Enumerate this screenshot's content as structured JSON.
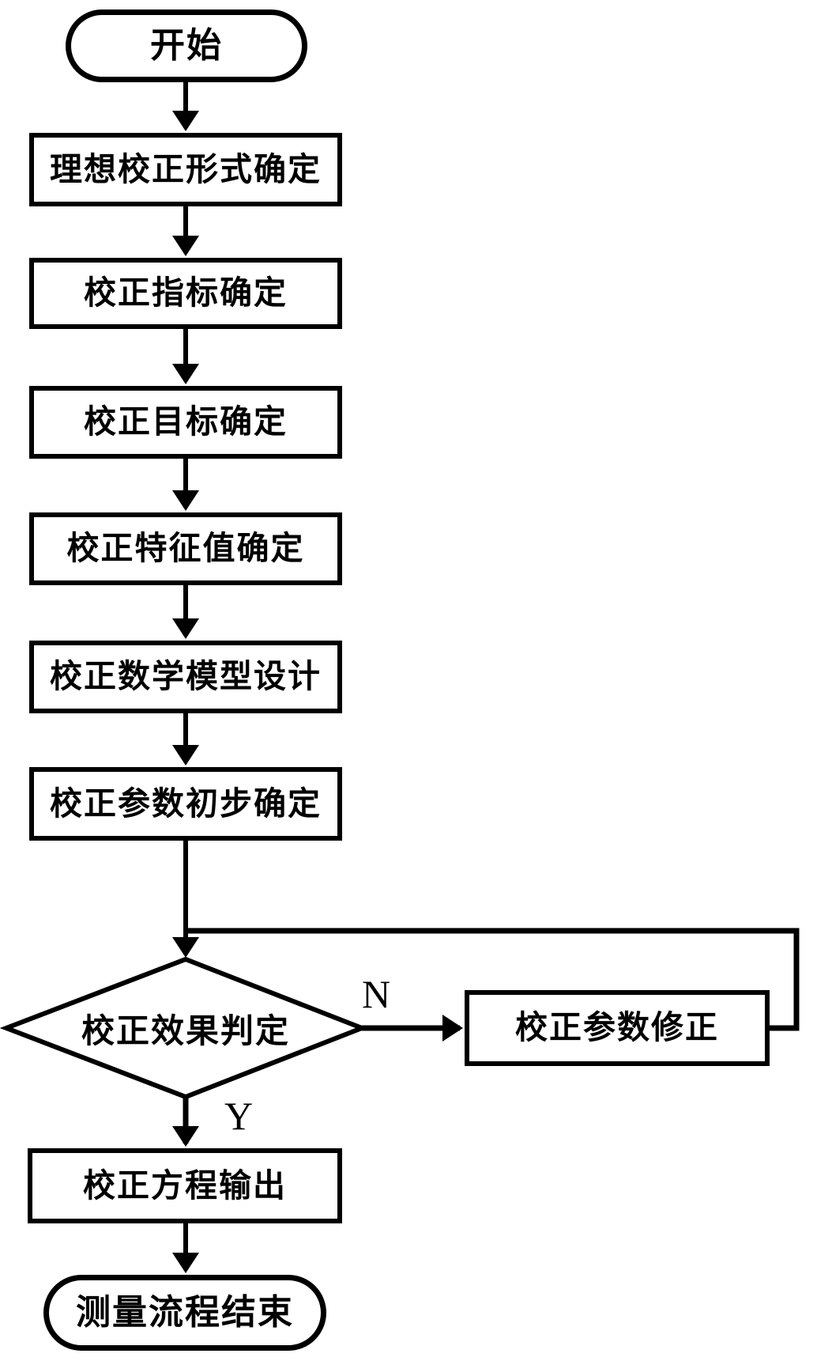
{
  "flowchart": {
    "colors": {
      "stroke": "#000000",
      "fill": "#ffffff"
    },
    "nodes": {
      "start": {
        "shape": "stadium",
        "label": "开始"
      },
      "step1": {
        "shape": "process",
        "label": "理想校正形式确定"
      },
      "step2": {
        "shape": "process",
        "label": "校正指标确定"
      },
      "step3": {
        "shape": "process",
        "label": "校正目标确定"
      },
      "step4": {
        "shape": "process",
        "label": "校正特征值确定"
      },
      "step5": {
        "shape": "process",
        "label": "校正数学模型设计"
      },
      "step6": {
        "shape": "process",
        "label": "校正参数初步确定"
      },
      "decision": {
        "shape": "decision",
        "label": "校正效果判定"
      },
      "revise": {
        "shape": "process",
        "label": "校正参数修正"
      },
      "step7": {
        "shape": "process",
        "label": "校正方程输出"
      },
      "end": {
        "shape": "stadium",
        "label": "测量流程结束"
      }
    },
    "branch_labels": {
      "no": "N",
      "yes": "Y"
    },
    "edges": [
      {
        "from": "start",
        "to": "step1"
      },
      {
        "from": "step1",
        "to": "step2"
      },
      {
        "from": "step2",
        "to": "step3"
      },
      {
        "from": "step3",
        "to": "step4"
      },
      {
        "from": "step4",
        "to": "step5"
      },
      {
        "from": "step5",
        "to": "step6"
      },
      {
        "from": "step6",
        "to": "decision"
      },
      {
        "from": "decision",
        "to": "revise",
        "label": "N"
      },
      {
        "from": "revise",
        "to": "decision",
        "label": "",
        "note": "loop back joins arrow above decision"
      },
      {
        "from": "decision",
        "to": "step7",
        "label": "Y"
      },
      {
        "from": "step7",
        "to": "end"
      }
    ]
  }
}
